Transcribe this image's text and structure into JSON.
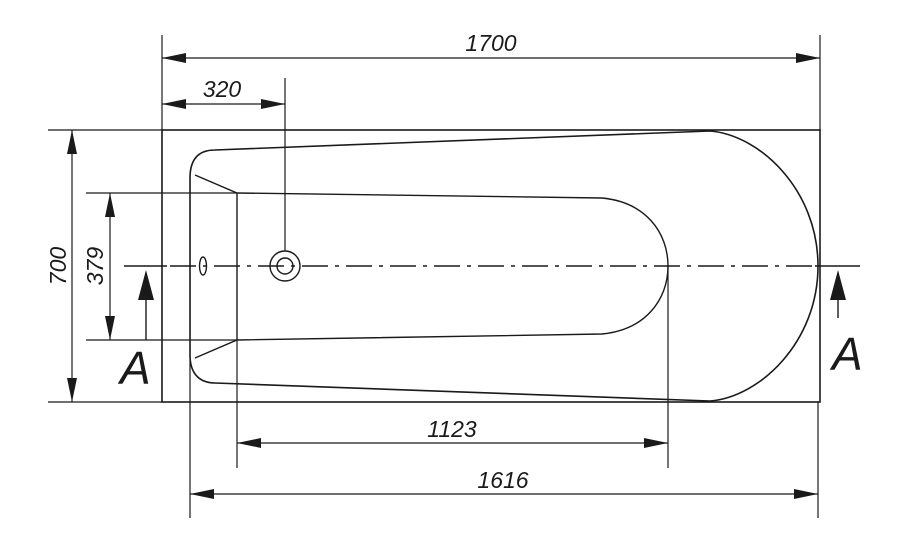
{
  "dimensions": {
    "overall_length": "1700",
    "overflow_offset": "320",
    "overall_width": "700",
    "inner_width": "379",
    "bottom_length": "1123",
    "inner_length": "1616"
  },
  "section": {
    "left_label": "A",
    "right_label": "A"
  }
}
